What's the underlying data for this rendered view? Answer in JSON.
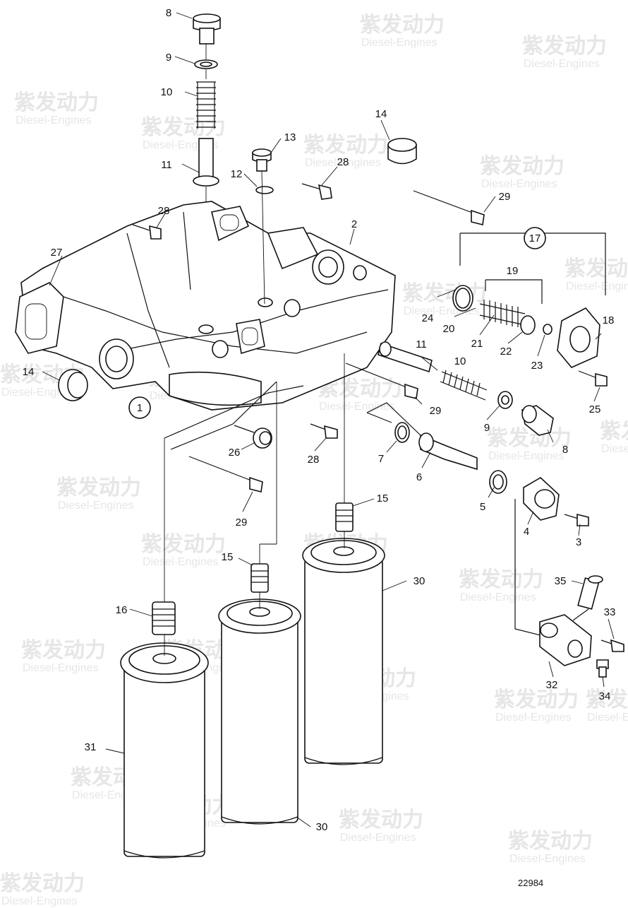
{
  "diagram": {
    "drawing_number": "22984",
    "callouts": [
      "1",
      "2",
      "3",
      "4",
      "5",
      "6",
      "7",
      "8",
      "8",
      "9",
      "9",
      "10",
      "10",
      "11",
      "11",
      "12",
      "13",
      "14",
      "14",
      "15",
      "15",
      "16",
      "17",
      "18",
      "19",
      "20",
      "21",
      "22",
      "23",
      "24",
      "25",
      "26",
      "27",
      "28",
      "28",
      "28",
      "29",
      "29",
      "29",
      "30",
      "30",
      "31",
      "32",
      "33",
      "34",
      "35"
    ],
    "watermark": {
      "chinese": "紫发动力",
      "english": "Diesel-Engines"
    },
    "colors": {
      "line": "#111111",
      "background": "#ffffff",
      "watermark": "#e6e6e6"
    }
  }
}
